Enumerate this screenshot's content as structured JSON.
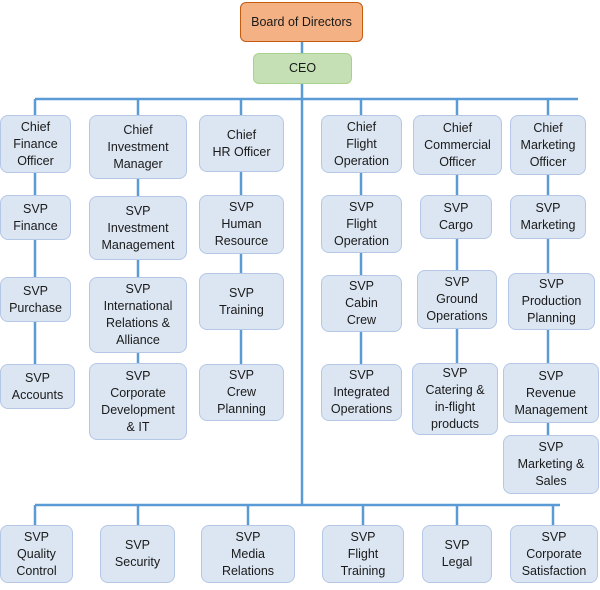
{
  "colors": {
    "connector": "#5b9bd5",
    "box_fill": "#dce6f2",
    "box_border": "#b4c7e7",
    "board_fill": "#f4b183",
    "ceo_fill": "#c5e0b4"
  },
  "board": {
    "label": "Board of Directors"
  },
  "ceo": {
    "label": "CEO"
  },
  "columns": [
    {
      "head": "Chief\nFinance\nOfficer",
      "items": [
        "SVP\nFinance",
        "SVP\nPurchase",
        "SVP\nAccounts"
      ]
    },
    {
      "head": "Chief\nInvestment\nManager",
      "items": [
        "SVP\nInvestment\nManagement",
        "SVP\nInternational\nRelations &\nAlliance",
        "SVP\nCorporate\nDevelopment\n& IT"
      ]
    },
    {
      "head": "Chief\nHR Officer",
      "items": [
        "SVP\nHuman\nResource",
        "SVP\nTraining",
        "SVP\nCrew\nPlanning"
      ]
    },
    {
      "head": "Chief\nFlight\nOperation",
      "items": [
        "SVP\nFlight\nOperation",
        "SVP\nCabin\nCrew",
        "SVP\nIntegrated\nOperations"
      ]
    },
    {
      "head": "Chief\nCommercial\nOfficer",
      "items": [
        "SVP\nCargo",
        "SVP\nGround\nOperations",
        "SVP\nCatering &\nin-flight\nproducts"
      ]
    },
    {
      "head": "Chief\nMarketing\nOfficer",
      "items": [
        "SVP\nMarketing",
        "SVP\nProduction\nPlanning",
        "SVP\nRevenue\nManagement",
        "SVP\nMarketing &\nSales"
      ]
    }
  ],
  "bottom_row": [
    "SVP\nQuality\nControl",
    "SVP\nSecurity",
    "SVP\nMedia\nRelations",
    "SVP\nFlight\nTraining",
    "SVP\nLegal",
    "SVP\nCorporate\nSatisfaction"
  ]
}
